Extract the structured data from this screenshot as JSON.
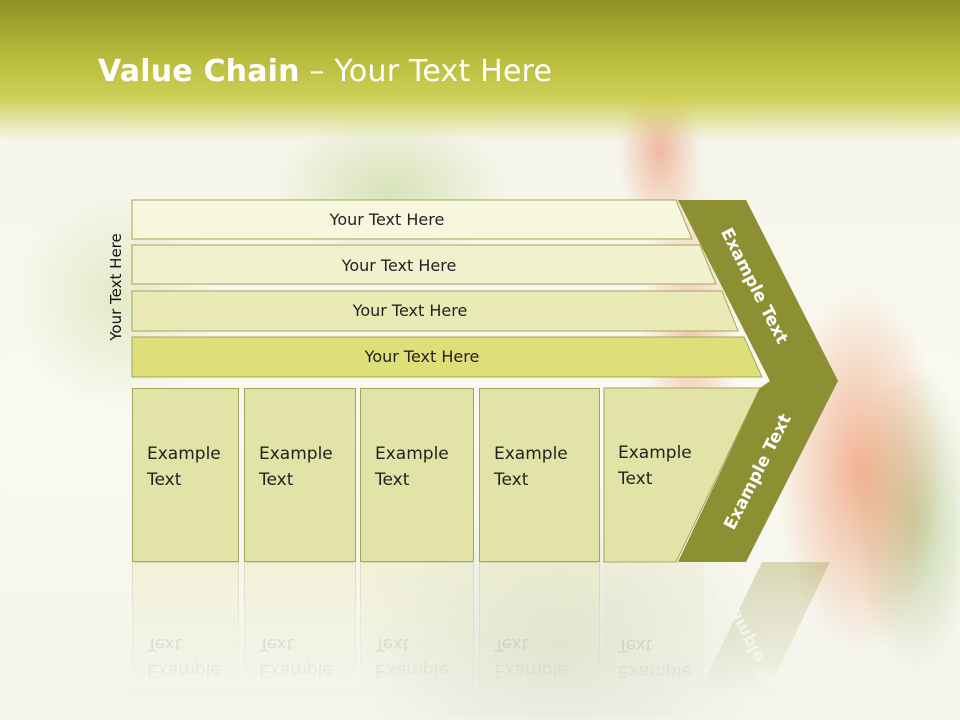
{
  "title": {
    "bold": "Value Chain",
    "rest": " – Your Text Here"
  },
  "side_label": "Your Text Here",
  "bars": [
    {
      "label": "Your Text Here"
    },
    {
      "label": "Your Text Here"
    },
    {
      "label": "Your Text Here"
    },
    {
      "label": "Your Text Here"
    }
  ],
  "columns": [
    {
      "line1": "Example",
      "line2": "Text"
    },
    {
      "line1": "Example",
      "line2": "Text"
    },
    {
      "line1": "Example",
      "line2": "Text"
    },
    {
      "line1": "Example",
      "line2": "Text"
    },
    {
      "line1": "Example",
      "line2": "Text"
    }
  ],
  "arrow": {
    "upper_label": "Example Text",
    "lower_label": "Example Text"
  },
  "colors": {
    "header": "#b3b637",
    "arrow": "#8c9032",
    "bar_fills": [
      "#f7f7de",
      "#f1f1cd",
      "#eaeab6",
      "#dfdf7a"
    ],
    "column_fill": "#e2e3a6"
  }
}
